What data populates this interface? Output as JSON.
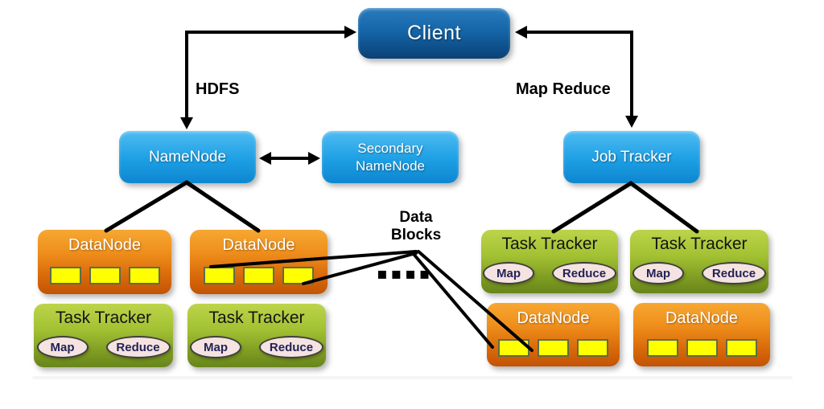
{
  "nodes": {
    "client": {
      "label": "Client"
    },
    "namenode": {
      "label": "NameNode"
    },
    "secondary_namenode": {
      "line1": "Secondary",
      "line2": "NameNode"
    },
    "job_tracker": {
      "label": "Job Tracker"
    }
  },
  "labels": {
    "hdfs": "HDFS",
    "map_reduce": "Map Reduce",
    "data_blocks_line1": "Data",
    "data_blocks_line2": "Blocks",
    "ellipsis": "▪▪▪▪"
  },
  "left_cluster": {
    "datanodes": [
      {
        "label": "DataNode",
        "block_count": 3
      },
      {
        "label": "DataNode",
        "block_count": 3
      }
    ],
    "task_trackers": [
      {
        "label": "Task Tracker",
        "map": "Map",
        "reduce": "Reduce"
      },
      {
        "label": "Task Tracker",
        "map": "Map",
        "reduce": "Reduce"
      }
    ]
  },
  "right_cluster": {
    "task_trackers": [
      {
        "label": "Task Tracker",
        "map": "Map",
        "reduce": "Reduce"
      },
      {
        "label": "Task Tracker",
        "map": "Map",
        "reduce": "Reduce"
      }
    ],
    "datanodes": [
      {
        "label": "DataNode",
        "block_count": 3
      },
      {
        "label": "DataNode",
        "block_count": 3
      }
    ]
  },
  "colors": {
    "client_blue_top": "#2a7cbe",
    "client_blue_bottom": "#0a4176",
    "light_blue_top": "#4fbcf2",
    "light_blue_bottom": "#0d86cf",
    "orange_top": "#f7a733",
    "orange_bottom": "#c25404",
    "green_top": "#bcd44a",
    "green_bottom": "#67851b",
    "block_yellow": "#ffff00",
    "oval_pink": "#f5e3e1",
    "connector_black": "#000000"
  }
}
